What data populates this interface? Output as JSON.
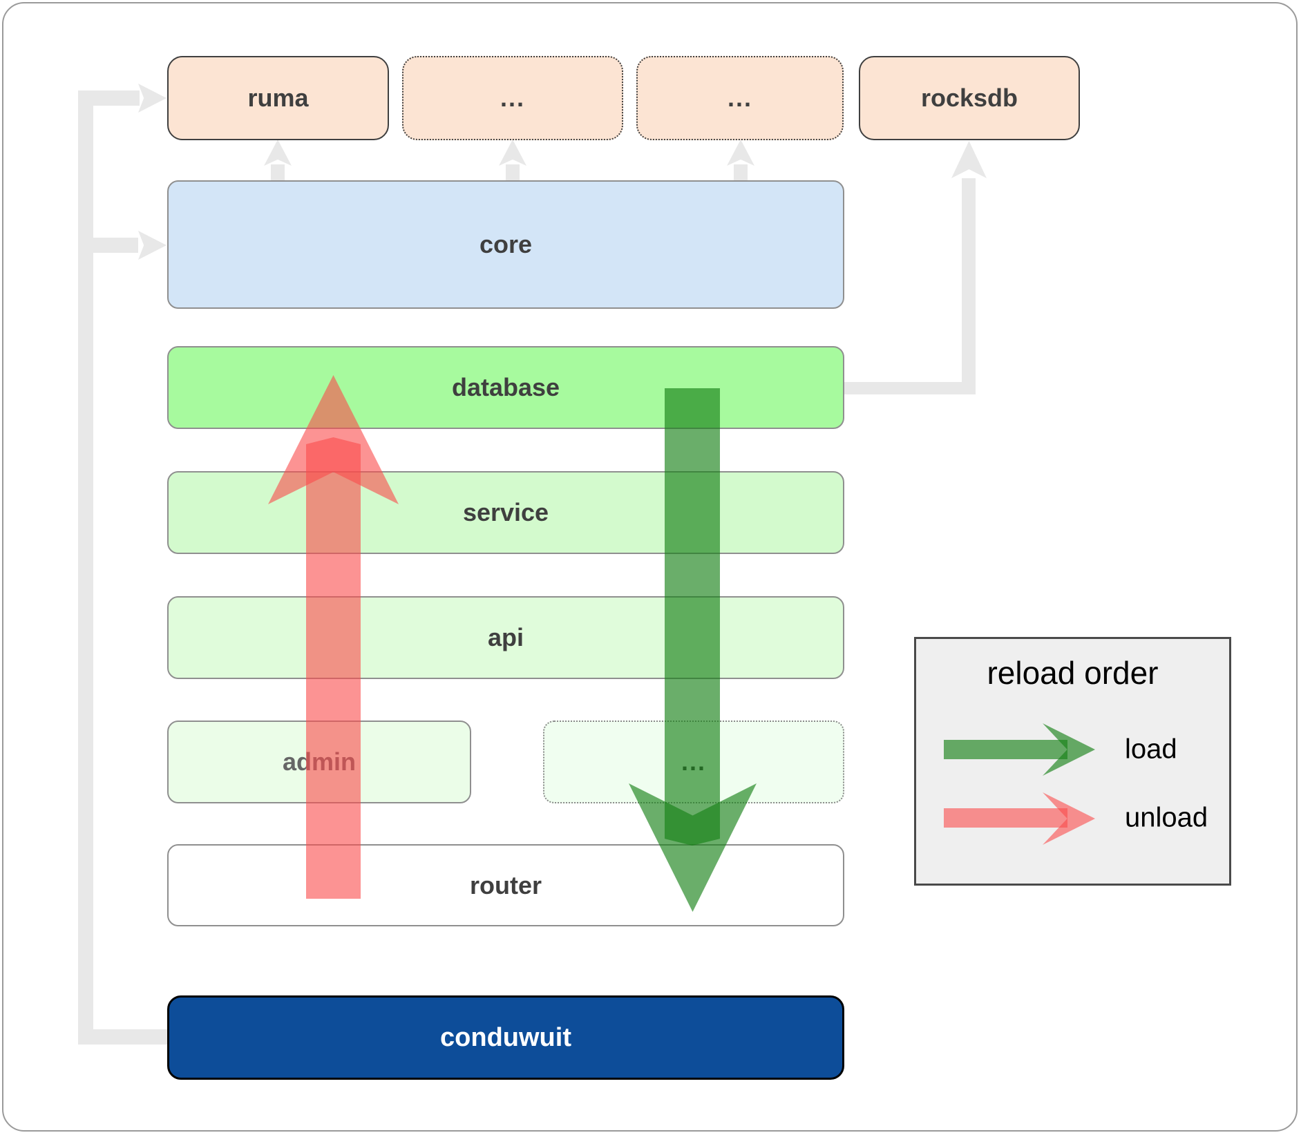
{
  "boxes": {
    "ruma": "ruma",
    "ellipsis_top_1": "...",
    "ellipsis_top_2": "...",
    "rocksdb": "rocksdb",
    "core": "core",
    "database": "database",
    "service": "service",
    "api": "api",
    "admin": "admin",
    "ellipsis_admin": "...",
    "router": "router",
    "conduwuit": "conduwuit"
  },
  "legend": {
    "title": "reload order",
    "load_label": "load",
    "unload_label": "unload"
  },
  "colors": {
    "peach": "#fce4d3",
    "core-blue": "#d3e5f7",
    "database-green": "#a7fa9e",
    "service-green": "#d3facd",
    "api-green": "#e0fcdb",
    "admin-green": "#ebfde8",
    "modules-green": "#f0fef0",
    "conduwuit-blue": "#0d4d99",
    "connector-gray": "#e8e8e8",
    "legend-bg": "#efefef",
    "load-green": "rgba(22,128,22,0.64)",
    "unload-red": "rgba(250,75,75,0.6)",
    "label-dark": "#3f3f3f"
  }
}
